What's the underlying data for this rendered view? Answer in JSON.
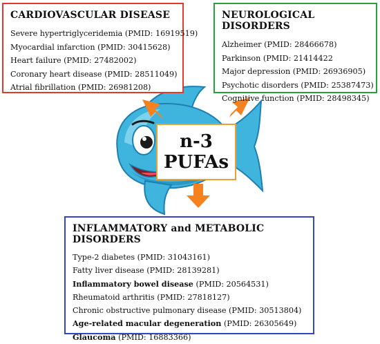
{
  "center": {
    "line1": "n-3",
    "line2": "PUFAs"
  },
  "cardiovascular": {
    "title": "CARDIOVASCULAR DISEASE",
    "items": [
      "Severe hypertriglyceridemia (PMID: 16919519)",
      "Myocardial infarction (PMID: 30415628)",
      "Heart failure (PMID: 27482002)",
      "Coronary heart disease (PMID: 28511049)",
      "Atrial fibrillation (PMID: 26981208)"
    ],
    "border_color": "#e03a2a"
  },
  "neurological": {
    "title": "NEUROLOGICAL DISORDERS",
    "items": [
      "Alzheimer (PMID: 28466678)",
      "Parkinson (PMID: 21414422",
      "Major depression (PMID: 26936905)",
      "Psychotic disorders (PMID: 25387473)",
      "Cognitive function (PMID: 28498345)"
    ],
    "border_color": "#25a33a"
  },
  "inflammatory": {
    "title": "INFLAMMATORY and METABOLIC DISORDERS",
    "items": [
      {
        "name": "Type-2 diabetes",
        "pmid": " (PMID: 31043161)",
        "bold": false
      },
      {
        "name": "Fatty liver disease",
        "pmid": " (PMID: 28139281)",
        "bold": false
      },
      {
        "name": "Inflammatory bowel disease",
        "pmid": " (PMID: 20564531)",
        "bold": true
      },
      {
        "name": "Rheumatoid arthritis",
        "pmid": " (PMID: 27818127)",
        "bold": false
      },
      {
        "name": "Chronic obstructive pulmonary disease",
        "pmid": " (PMID: 30513804)",
        "bold": false
      },
      {
        "name": "Age-related macular degeneration",
        "pmid": " (PMID: 26305649)",
        "bold": true
      },
      {
        "name": "Glaucoma",
        "pmid": " (PMID: 16883366)",
        "bold": true
      }
    ],
    "border_color": "#3247b8"
  },
  "colors": {
    "fish_body": "#3fb4dc",
    "fish_dark": "#1e7fb2",
    "fish_light": "#8ed8f0",
    "arrow": "#f5821f",
    "label_border": "#e8a030"
  },
  "icons": [
    "fish-icon",
    "arrow-up-left-icon",
    "arrow-up-right-icon",
    "arrow-down-icon"
  ]
}
